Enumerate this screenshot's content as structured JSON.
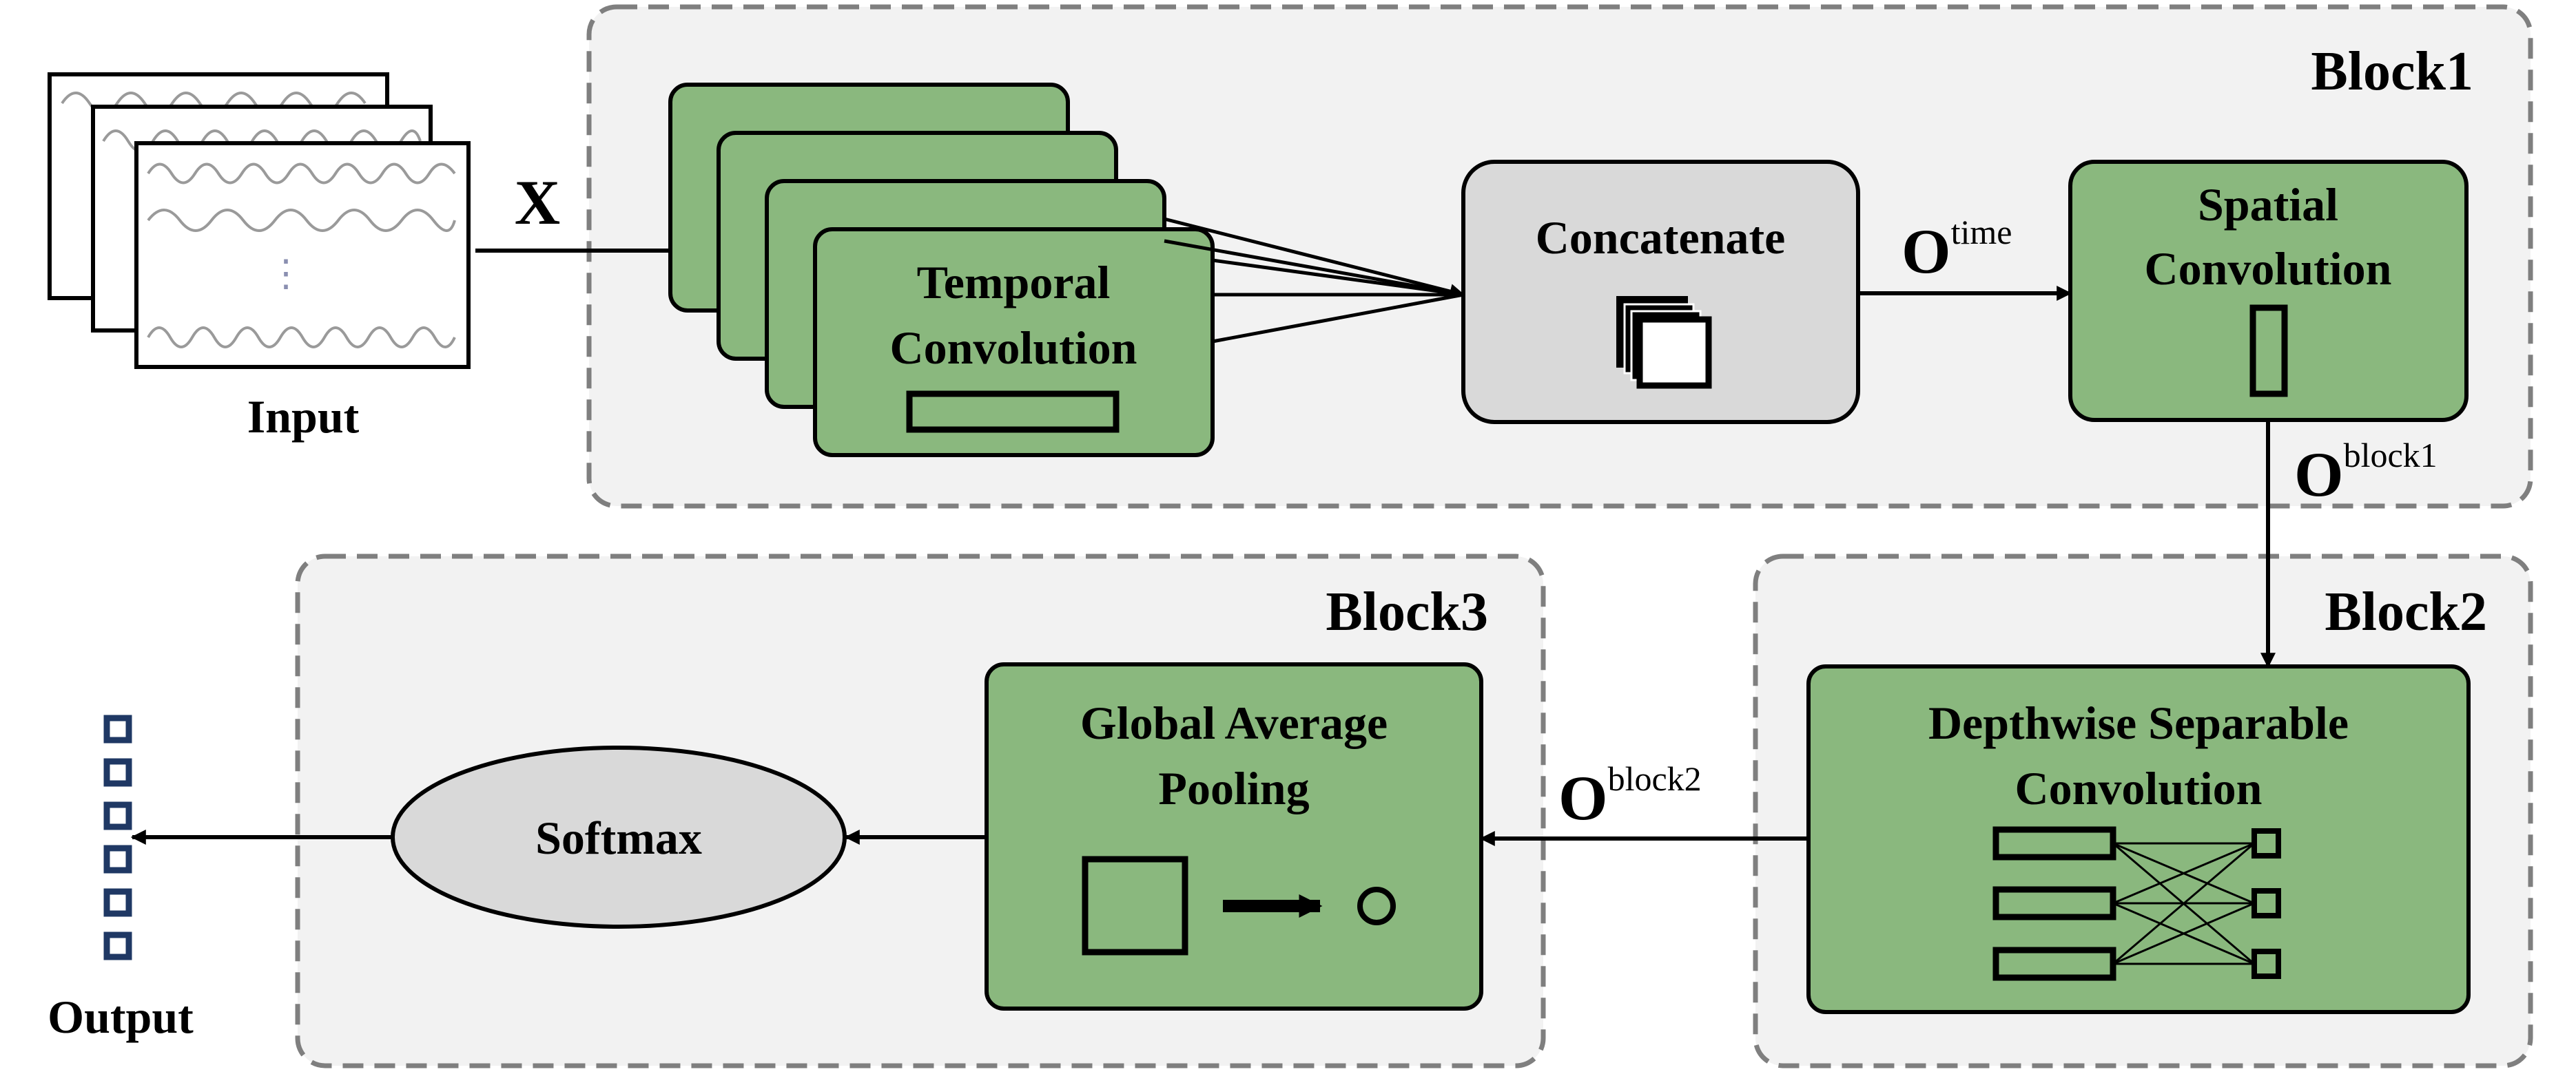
{
  "input": {
    "label": "Input",
    "dots": "⋮"
  },
  "x_label": "X",
  "blocks": {
    "block1": {
      "title": "Block1",
      "temporal": {
        "line1": "Temporal",
        "line2": "Convolution"
      },
      "concatenate": {
        "label": "Concatenate"
      },
      "o_time": {
        "base": "O",
        "sup": "time"
      },
      "spatial": {
        "line1": "Spatial",
        "line2": "Convolution"
      }
    },
    "o_block1": {
      "base": "O",
      "sup": "block1"
    },
    "block2": {
      "title": "Block2",
      "depthwise": {
        "line1": "Depthwise Separable",
        "line2": "Convolution"
      }
    },
    "o_block2": {
      "base": "O",
      "sup": "block2"
    },
    "block3": {
      "title": "Block3",
      "gap": {
        "line1": "Global Average",
        "line2": "Pooling"
      },
      "softmax": {
        "label": "Softmax"
      }
    }
  },
  "output": {
    "label": "Output"
  },
  "colors": {
    "green_fill": "#8ab87e",
    "gray_fill": "#d9d9d9",
    "panel_fill": "#f2f2f2",
    "panel_border": "#7f7f7f",
    "signal": "#9a9a9a",
    "output_squares": "#1f3864"
  }
}
